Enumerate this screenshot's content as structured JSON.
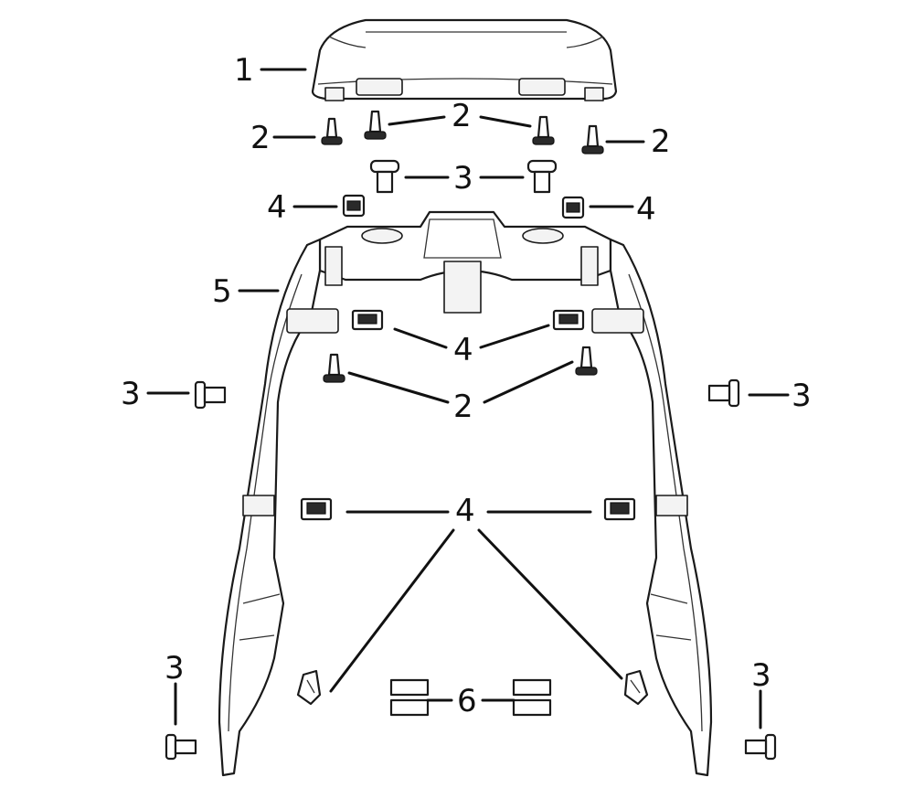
{
  "diagram": {
    "callouts": [
      {
        "id": "c1",
        "text": "1"
      },
      {
        "id": "c2a",
        "text": "2"
      },
      {
        "id": "c2b",
        "text": "2"
      },
      {
        "id": "c2c",
        "text": "2"
      },
      {
        "id": "c2d",
        "text": "2"
      },
      {
        "id": "c3a",
        "text": "3"
      },
      {
        "id": "c3b",
        "text": "3"
      },
      {
        "id": "c3c",
        "text": "3"
      },
      {
        "id": "c3d",
        "text": "3"
      },
      {
        "id": "c3e",
        "text": "3"
      },
      {
        "id": "c4a",
        "text": "4"
      },
      {
        "id": "c4b",
        "text": "4"
      },
      {
        "id": "c4c",
        "text": "4"
      },
      {
        "id": "c4d",
        "text": "4"
      },
      {
        "id": "c5",
        "text": "5"
      },
      {
        "id": "c6",
        "text": "6"
      }
    ]
  }
}
